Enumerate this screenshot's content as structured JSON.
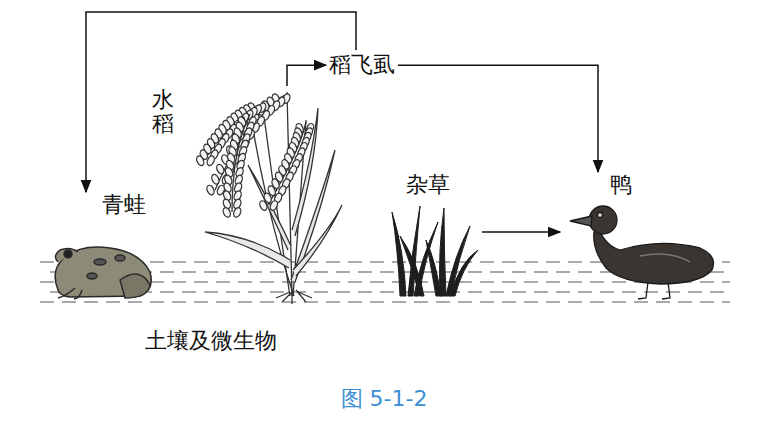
{
  "diagram": {
    "caption": "图 5-1-2",
    "nodes": [
      {
        "text": [
          "稻飞虱"
        ]
      },
      {
        "text": [
          "水稻"
        ]
      },
      {
        "text": [
          "青蛙"
        ]
      },
      {
        "text": [
          "杂草"
        ]
      },
      {
        "text": [
          "鸭"
        ]
      }
    ],
    "edges": [
      {
        "from": 1,
        "to": 0,
        "arrow": "to"
      },
      {
        "from": 0,
        "to": 2,
        "arrow": "to"
      },
      {
        "from": 0,
        "to": 4,
        "arrow": "to"
      },
      {
        "from": 3,
        "to": 4,
        "arrow": "to"
      }
    ],
    "labels": [
      "土壤及微生物"
    ]
  }
}
